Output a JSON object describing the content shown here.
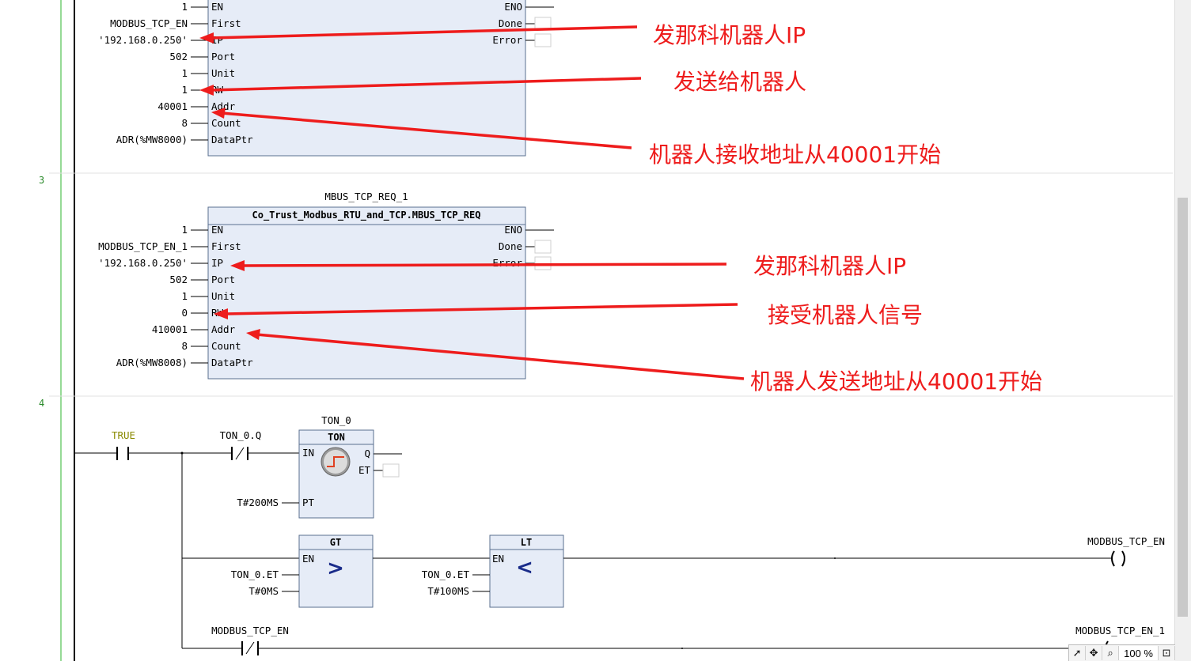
{
  "networks": [
    {
      "number": "3"
    },
    {
      "number": "4"
    }
  ],
  "block1": {
    "outputs": [
      "ENO",
      "Done",
      "Error"
    ],
    "pins": [
      {
        "name": "EN",
        "value": "1"
      },
      {
        "name": "First",
        "value": "MODBUS_TCP_EN"
      },
      {
        "name": "IP",
        "value": "'192.168.0.250'"
      },
      {
        "name": "Port",
        "value": "502"
      },
      {
        "name": "Unit",
        "value": "1"
      },
      {
        "name": "RW",
        "value": "1"
      },
      {
        "name": "Addr",
        "value": "40001"
      },
      {
        "name": "Count",
        "value": "8"
      },
      {
        "name": "DataPtr",
        "value": "ADR(%MW8000)"
      }
    ]
  },
  "block2": {
    "instance": "MBUS_TCP_REQ_1",
    "type": "Co_Trust_Modbus_RTU_and_TCP.MBUS_TCP_REQ",
    "outputs": [
      "ENO",
      "Done",
      "Error"
    ],
    "pins": [
      {
        "name": "EN",
        "value": "1"
      },
      {
        "name": "First",
        "value": "MODBUS_TCP_EN_1"
      },
      {
        "name": "IP",
        "value": "'192.168.0.250'"
      },
      {
        "name": "Port",
        "value": "502"
      },
      {
        "name": "Unit",
        "value": "1"
      },
      {
        "name": "RW",
        "value": "0"
      },
      {
        "name": "Addr",
        "value": "410001"
      },
      {
        "name": "Count",
        "value": "8"
      },
      {
        "name": "DataPtr",
        "value": "ADR(%MW8008)"
      }
    ]
  },
  "network4": {
    "contact_true": "TRUE",
    "contact_ton_q": "TON_0.Q",
    "ton_instance": "TON_0",
    "ton_type": "TON",
    "ton_in": "IN",
    "ton_q": "Q",
    "ton_et": "ET",
    "ton_pt_pin": "PT",
    "ton_pt_value": "T#200MS",
    "gt_type": "GT",
    "gt_symbol": ">",
    "gt_en": "EN",
    "gt_in1": "TON_0.ET",
    "gt_in2": "T#0MS",
    "lt_type": "LT",
    "lt_symbol": "<",
    "lt_en": "EN",
    "lt_in1": "TON_0.ET",
    "lt_in2": "T#100MS",
    "coil1": "MODBUS_TCP_EN",
    "contact_en": "MODBUS_TCP_EN",
    "coil2": "MODBUS_TCP_EN_1"
  },
  "annotations": [
    {
      "text": "发那科机器人IP"
    },
    {
      "text": "发送给机器人"
    },
    {
      "text": "机器人接收地址从40001开始"
    },
    {
      "text": "发那科机器人IP"
    },
    {
      "text": "接受机器人信号"
    },
    {
      "text": "机器人发送地址从40001开始"
    }
  ],
  "status": {
    "zoom": "100 %"
  },
  "colors": {
    "annotation": "#ee1c1c",
    "block_fill": "#e6ecf7",
    "true_label": "#8a8a00"
  }
}
